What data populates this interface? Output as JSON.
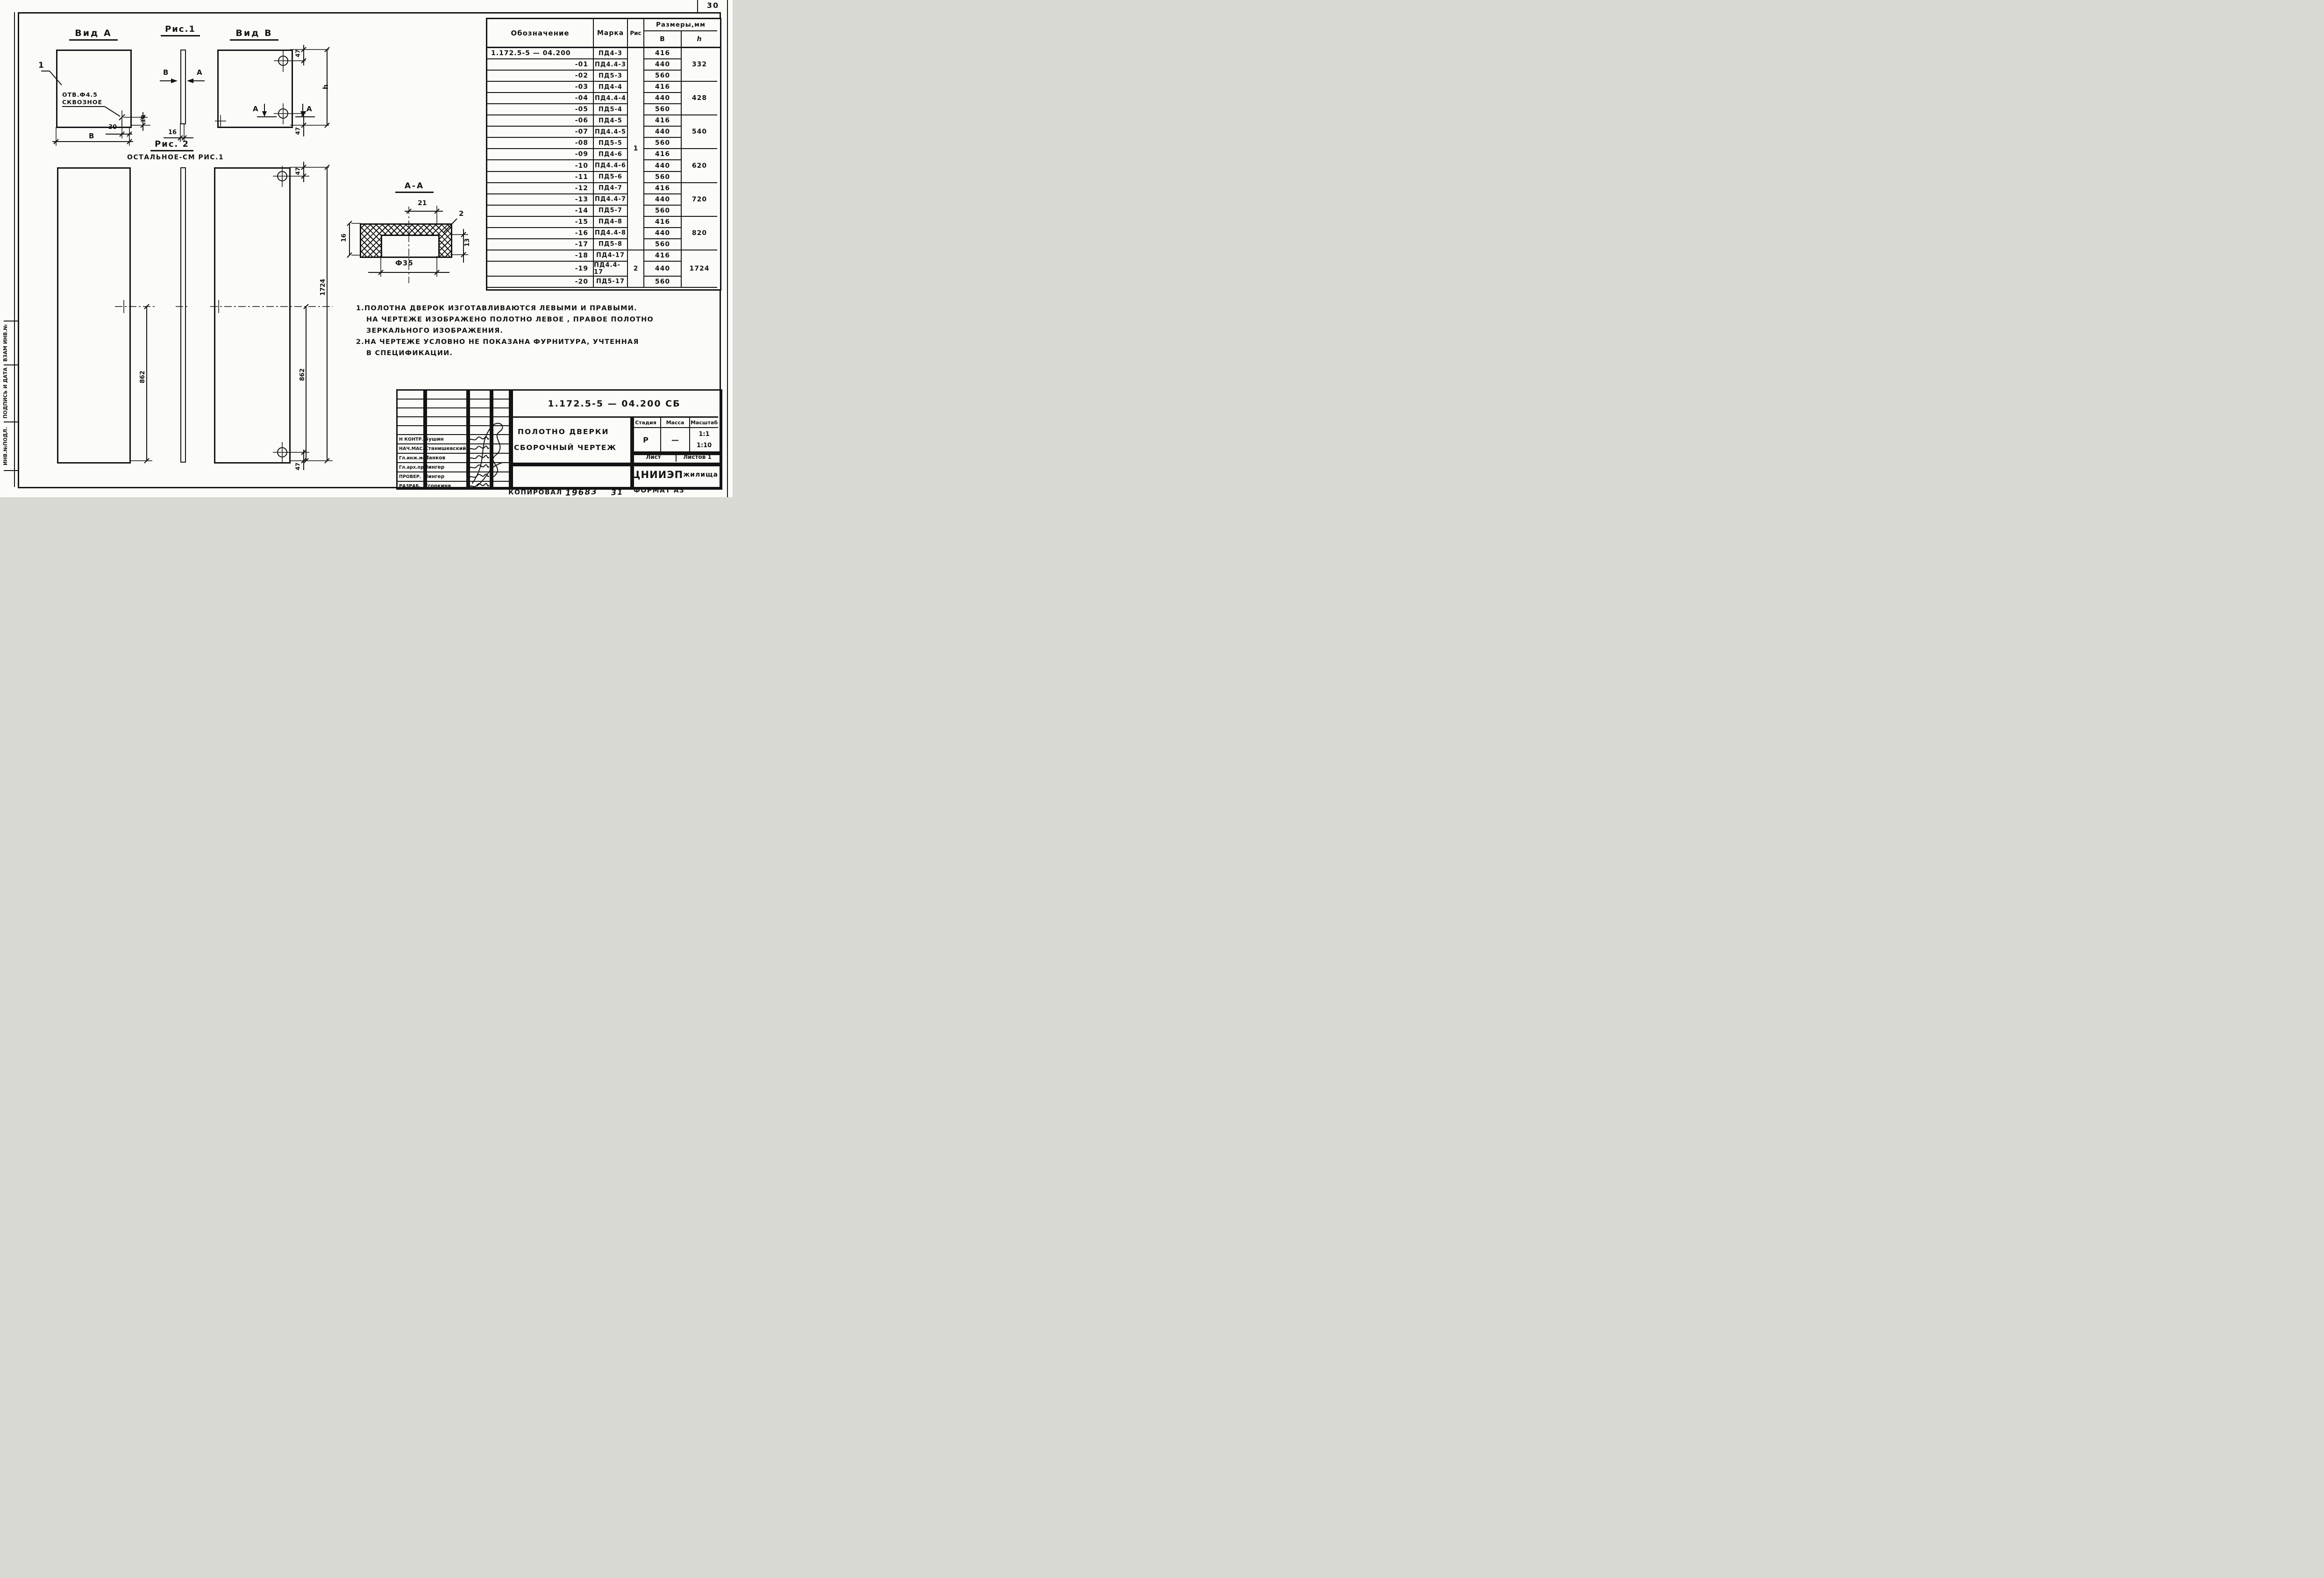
{
  "sheet": {
    "corner_number": "30"
  },
  "side_strip": {
    "top": "ВЗАМ ИНВ.№",
    "middle": "ПОДПИСЬ И ДАТА",
    "bottom": "ИНВ.№ПОДЛ."
  },
  "views": {
    "vid_a": {
      "title": "Вид А",
      "callout": "1",
      "hole_note_1": "ОТВ.Ф4.5",
      "hole_note_2": "СКВОЗНОЕ",
      "dim_offset": "30",
      "dim_edge": "18",
      "dim_width": "В"
    },
    "ris_1": {
      "title": "Рис.1",
      "arrow_left": "В",
      "arrow_right": "А",
      "dim_thickness": "16"
    },
    "vid_b": {
      "title": "Вид В",
      "dim_top": "47",
      "dim_height": "h",
      "dim_bottom": "47",
      "arrow_label_1": "А",
      "arrow_label_2": "А"
    },
    "ris_2": {
      "title": "Рис. 2",
      "subtitle": "ОСТАЛЬНОЕ-СМ РИС.1",
      "dim_top": "47",
      "dim_half_left": "862",
      "dim_half_right": "862",
      "dim_full": "1724",
      "dim_bottom": "47"
    },
    "section_aa": {
      "title": "А-А",
      "dim_21": "21",
      "callout": "2",
      "dim_16": "16",
      "dim_13": "13",
      "dim_dia": "Ф35"
    }
  },
  "table": {
    "headers": {
      "designation": "Обозначение",
      "mark": "Марка",
      "fig": "Рис",
      "sizes": "Размеры,мм",
      "b": "В",
      "h": "h"
    },
    "rows": [
      {
        "d": "1.172.5-5 — 04.200",
        "m": "ПД4-3",
        "b": "416"
      },
      {
        "d": "-01",
        "m": "ПД4.4-3",
        "b": "440"
      },
      {
        "d": "-02",
        "m": "ПД5-3",
        "b": "560"
      },
      {
        "d": "-03",
        "m": "ПД4-4",
        "b": "416"
      },
      {
        "d": "-04",
        "m": "ПД4.4-4",
        "b": "440"
      },
      {
        "d": "-05",
        "m": "ПД5-4",
        "b": "560"
      },
      {
        "d": "-06",
        "m": "ПД4-5",
        "b": "416"
      },
      {
        "d": "-07",
        "m": "ПД4.4-5",
        "b": "440"
      },
      {
        "d": "-08",
        "m": "ПД5-5",
        "b": "560"
      },
      {
        "d": "-09",
        "m": "ПД4-6",
        "b": "416"
      },
      {
        "d": "-10",
        "m": "ПД4.4-6",
        "b": "440"
      },
      {
        "d": "-11",
        "m": "ПД5-6",
        "b": "560"
      },
      {
        "d": "-12",
        "m": "ПД4-7",
        "b": "416"
      },
      {
        "d": "-13",
        "m": "ПД4.4-7",
        "b": "440"
      },
      {
        "d": "-14",
        "m": "ПД5-7",
        "b": "560"
      },
      {
        "d": "-15",
        "m": "ПД4-8",
        "b": "416"
      },
      {
        "d": "-16",
        "m": "ПД4.4-8",
        "b": "440"
      },
      {
        "d": "-17",
        "m": "ПД5-8",
        "b": "560"
      },
      {
        "d": "-18",
        "m": "ПД4-17",
        "b": "416"
      },
      {
        "d": "-19",
        "m": "ПД4.4-17",
        "b": "440"
      },
      {
        "d": "-20",
        "m": "ПД5-17",
        "b": "560"
      }
    ],
    "fig_groups": [
      "1",
      "2"
    ],
    "h_groups": [
      "332",
      "428",
      "540",
      "620",
      "720",
      "820",
      "1724"
    ]
  },
  "notes": [
    "1.ПОЛОТНА ДВЕРОК ИЗГОТАВЛИВАЮТСЯ  ЛЕВЫМИ И ПРАВЫМИ.",
    "НА ЧЕРТЕЖЕ ИЗОБРАЖЕНО ПОЛОТНО ЛЕВОЕ , ПРАВОЕ ПОЛОТНО",
    "ЗЕРКАЛЬНОГО  ИЗОБРАЖЕНИЯ.",
    "2.НА ЧЕРТЕЖЕ УСЛОВНО НЕ ПОКАЗАНА ФУРНИТУРА, УЧТЕННАЯ",
    "В СПЕЦИФИКАЦИИ."
  ],
  "title_block": {
    "doc_number": "1.172.5-5  —  04.200 СБ",
    "title_line_1": "ПОЛОТНО ДВЕРКИ",
    "title_line_2": "СБОРОЧНЫЙ ЧЕРТЕЖ",
    "stage_label": "Стадия",
    "mass_label": "Масса",
    "scale_label": "Масштаб",
    "stage": "Р",
    "mass": "—",
    "scale_1": "1:1",
    "scale_2": "1:10",
    "sheet_label": "Лист",
    "sheets_label": "Листов 1",
    "org_1": "ЦНИИЭП",
    "org_2": "жилища",
    "personnel": [
      {
        "role": "Н КОНТР.",
        "name": "Бушин"
      },
      {
        "role": "НАЧ.МАС.",
        "name": "Станишевский"
      },
      {
        "role": "Гл.инж.мас",
        "name": "Панков"
      },
      {
        "role": "Гл.арх.пр.",
        "name": "Зингер"
      },
      {
        "role": "ПРОВЕР.",
        "name": "Зингер"
      },
      {
        "role": "РАЗРАБ.",
        "name": "Егоркина"
      }
    ]
  },
  "footer": {
    "copied_label": "КОПИРОВАЛ",
    "copy_number": "19683",
    "copy_extra": "31",
    "format_label": "ФОРМАТ А3"
  }
}
